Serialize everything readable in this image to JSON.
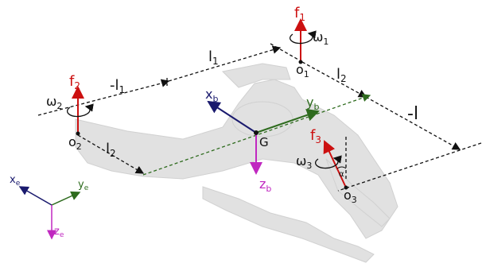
{
  "colors": {
    "force": "#cc1010",
    "axis_x": "#1a1a6e",
    "axis_y": "#2e6b1e",
    "axis_z": "#c028c0",
    "dashed": "#111111",
    "green_dashed": "#2e6b1e",
    "ghost": "#d9d9d9"
  },
  "labels": {
    "f1": {
      "main": "f",
      "sub": "1"
    },
    "f2": {
      "main": "f",
      "sub": "2"
    },
    "f3": {
      "main": "f",
      "sub": "3"
    },
    "w1": {
      "main": "ω",
      "sub": "1"
    },
    "w2": {
      "main": "ω",
      "sub": "2"
    },
    "w3": {
      "main": "ω",
      "sub": "3"
    },
    "o1": {
      "main": "o",
      "sub": "1"
    },
    "o2": {
      "main": "o",
      "sub": "2"
    },
    "o3": {
      "main": "o",
      "sub": "3"
    },
    "l1_top": {
      "main": "l",
      "sub": "1"
    },
    "l1_neg": {
      "main": "-l",
      "sub": "1"
    },
    "l2_right": {
      "main": "l",
      "sub": "2"
    },
    "l2_left": {
      "main": "l",
      "sub": "2"
    },
    "neg_l": {
      "main": "-l",
      "sub": ""
    },
    "G": {
      "main": "G",
      "sub": ""
    },
    "xb": {
      "main": "x",
      "sub": "b"
    },
    "yb": {
      "main": "y",
      "sub": "b"
    },
    "zb": {
      "main": "z",
      "sub": "b"
    },
    "xe": {
      "main": "x",
      "sub": "e"
    },
    "ye": {
      "main": "y",
      "sub": "e"
    },
    "ze": {
      "main": "z",
      "sub": "e"
    },
    "alpha": {
      "main": "α",
      "sub": ""
    }
  }
}
